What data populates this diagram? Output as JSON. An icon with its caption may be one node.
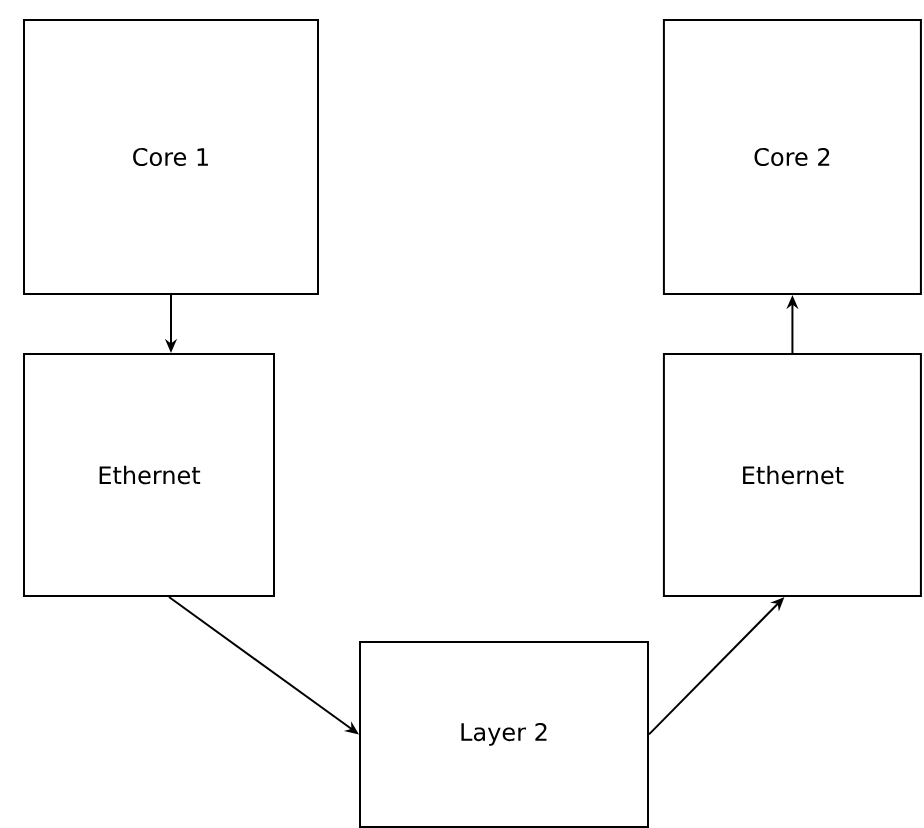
{
  "diagram": {
    "nodes": [
      {
        "text": [
          "Core 1"
        ]
      },
      {
        "text": [
          "Ethernet"
        ]
      },
      {
        "text": [
          "Core 2"
        ]
      },
      {
        "text": [
          "Ethernet"
        ]
      },
      {
        "text": [
          "Layer 2"
        ]
      }
    ],
    "edges": [
      {
        "from": 0,
        "to": 1,
        "arrow": "to"
      },
      {
        "from": 1,
        "to": 4,
        "arrow": "to"
      },
      {
        "from": 4,
        "to": 3,
        "arrow": "to"
      },
      {
        "from": 3,
        "to": 2,
        "arrow": "to"
      }
    ]
  }
}
